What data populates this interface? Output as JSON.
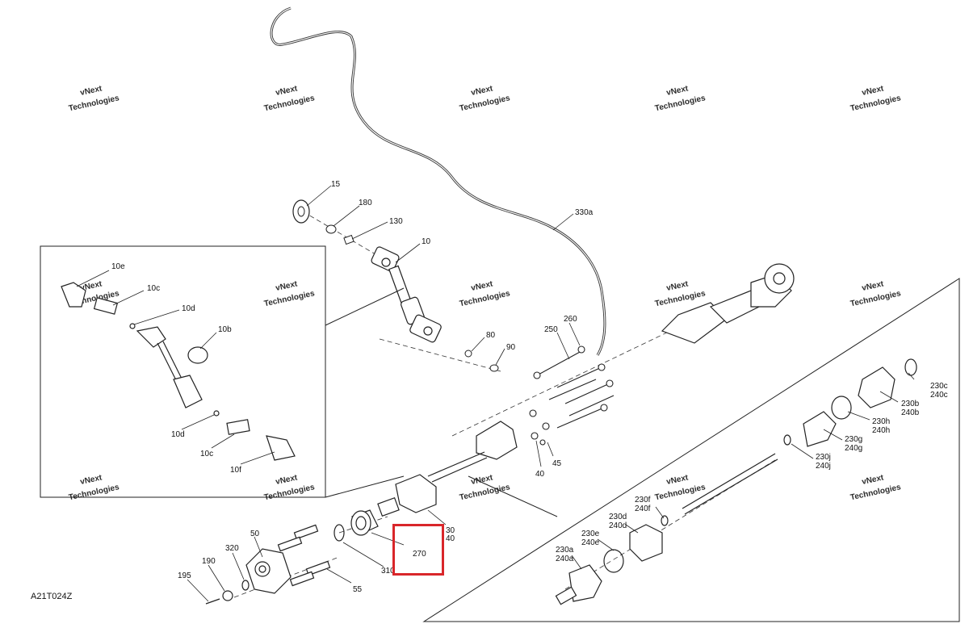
{
  "diagram_code": "A21T024Z",
  "watermark": {
    "line1": "vNext",
    "line2": "Technologies",
    "small": "vNext Technologies"
  },
  "highlight": {
    "label": "270",
    "color": "#d9262a"
  },
  "callouts": {
    "p15": "15",
    "p180": "180",
    "p130": "130",
    "p10": "10",
    "p330a": "330a",
    "p80": "80",
    "p90": "90",
    "p250": "250",
    "p260": "260",
    "p40": "40",
    "p45": "45",
    "p30": "30",
    "p40b": "40",
    "p310": "310",
    "p50": "50",
    "p320": "320",
    "p190": "190",
    "p195": "195",
    "p55": "55",
    "p10e": "10e",
    "p10c": "10c",
    "p10d": "10d",
    "p10b": "10b",
    "p10d2": "10d",
    "p10c2": "10c",
    "p10f": "10f",
    "p230c": "230c",
    "p240c": "240c",
    "p230b": "230b",
    "p240b": "240b",
    "p230h": "230h",
    "p240h": "240h",
    "p230g": "230g",
    "p240g": "240g",
    "p230j": "230j",
    "p240j": "240j",
    "p230f": "230f",
    "p240f": "240f",
    "p230d": "230d",
    "p240d": "240d",
    "p230e": "230e",
    "p240e": "240e",
    "p230a": "230a",
    "p240a": "240a"
  }
}
